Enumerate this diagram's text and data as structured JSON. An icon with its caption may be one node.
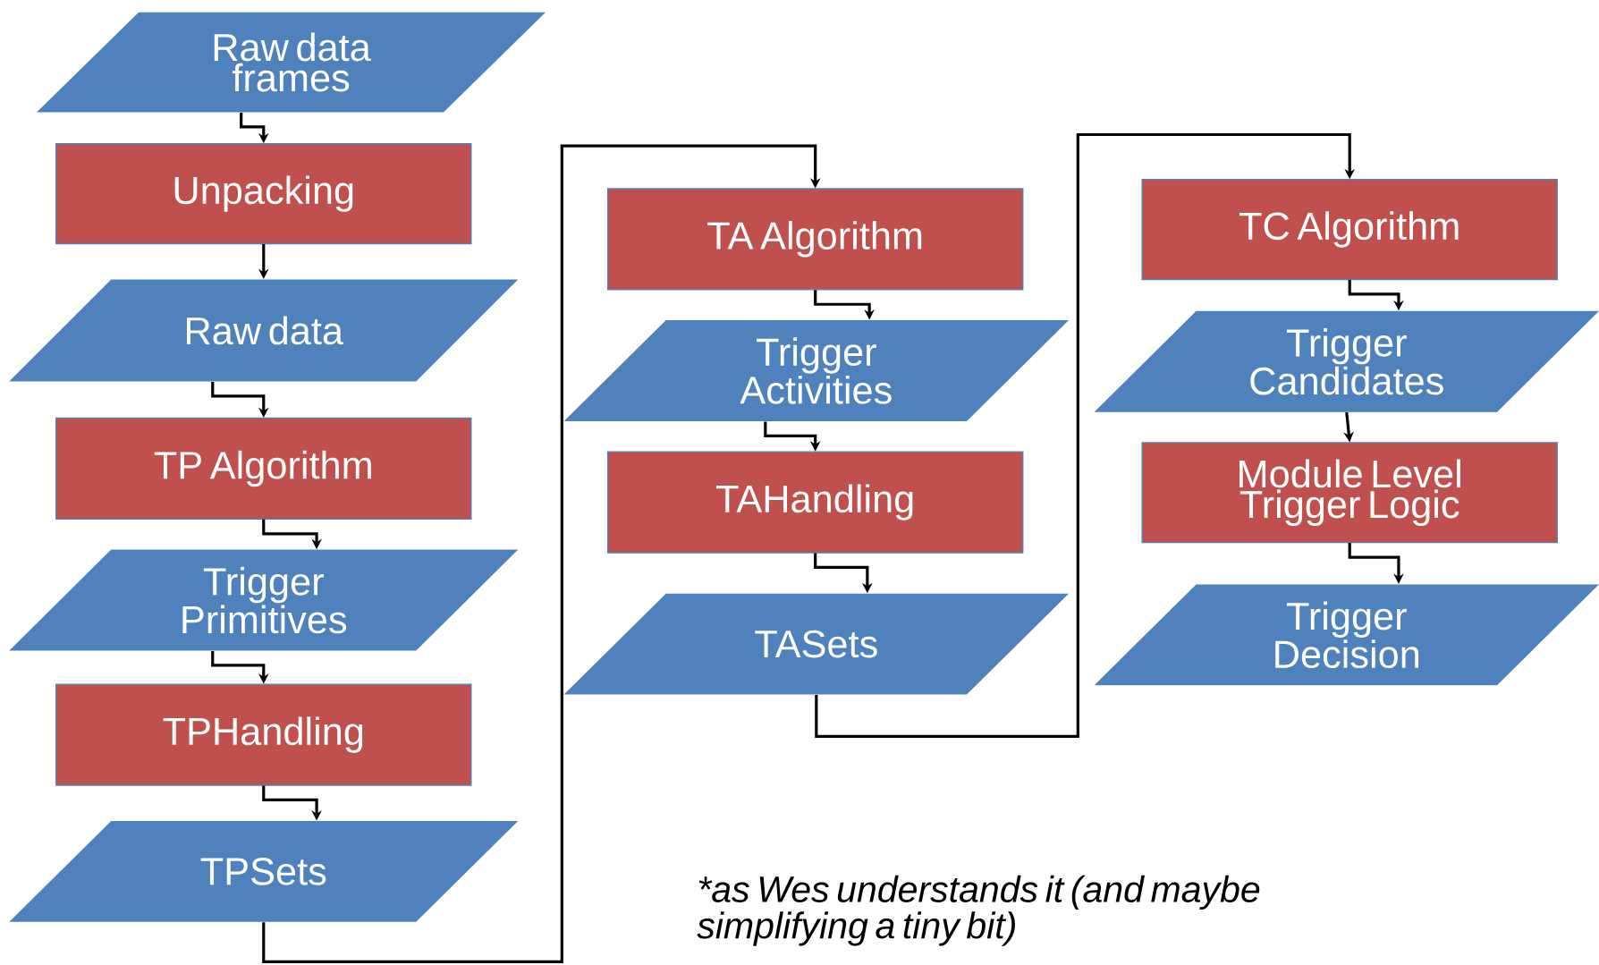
{
  "diagram": {
    "nodes": [
      {
        "text": [
          "Raw data frames"
        ]
      },
      {
        "text": [
          "Unpacking"
        ]
      },
      {
        "text": [
          "Raw data"
        ]
      },
      {
        "text": [
          "TP Algorithm"
        ]
      },
      {
        "text": [
          "Trigger Primitives"
        ]
      },
      {
        "text": [
          "TPHandling"
        ]
      },
      {
        "text": [
          "TPSets"
        ]
      },
      {
        "text": [
          "TA Algorithm"
        ]
      },
      {
        "text": [
          "Trigger Activities"
        ]
      },
      {
        "text": [
          "TAHandling"
        ]
      },
      {
        "text": [
          "TASets"
        ]
      },
      {
        "text": [
          "TC Algorithm"
        ]
      },
      {
        "text": [
          "Trigger Candidates"
        ]
      },
      {
        "text": [
          "Module Level Trigger Logic"
        ]
      },
      {
        "text": [
          "Trigger Decision"
        ]
      }
    ],
    "edges": [
      {
        "from": 0,
        "to": 1,
        "arrow": "to"
      },
      {
        "from": 1,
        "to": 2,
        "arrow": "to"
      },
      {
        "from": 2,
        "to": 3,
        "arrow": "to"
      },
      {
        "from": 3,
        "to": 4,
        "arrow": "to"
      },
      {
        "from": 4,
        "to": 5,
        "arrow": "to"
      },
      {
        "from": 5,
        "to": 6,
        "arrow": "to"
      },
      {
        "from": 6,
        "to": 7,
        "arrow": "to"
      },
      {
        "from": 7,
        "to": 8,
        "arrow": "to"
      },
      {
        "from": 8,
        "to": 9,
        "arrow": "to"
      },
      {
        "from": 9,
        "to": 10,
        "arrow": "to"
      },
      {
        "from": 10,
        "to": 11,
        "arrow": "to"
      },
      {
        "from": 11,
        "to": 12,
        "arrow": "to"
      },
      {
        "from": 12,
        "to": 13,
        "arrow": "to"
      },
      {
        "from": 13,
        "to": 14,
        "arrow": "to"
      }
    ],
    "labels": [
      "*as Wes understands it (and maybe simplifying a tiny bit)"
    ]
  }
}
